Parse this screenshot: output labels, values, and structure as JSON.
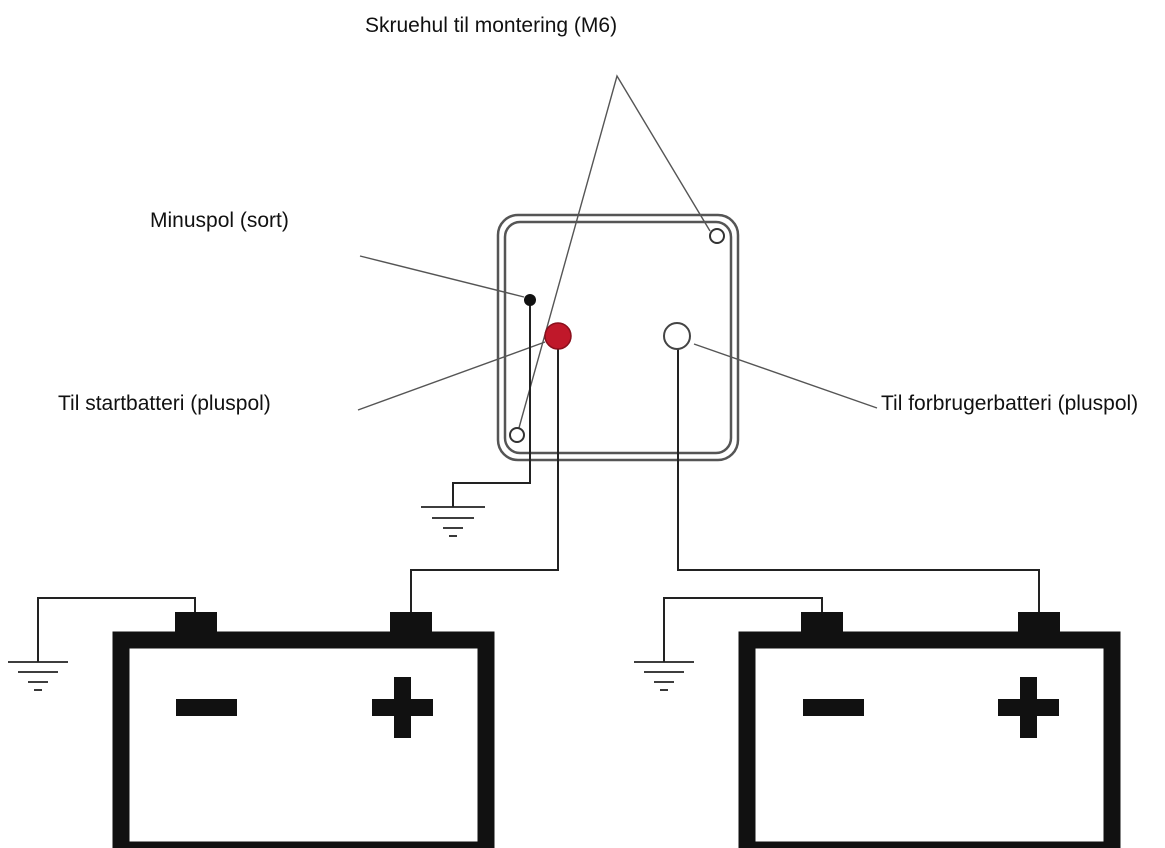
{
  "labels": {
    "mounting_holes": "Skruehul til montering (M6)",
    "negative_terminal": "Minuspol (sort)",
    "to_start_battery": "Til startbatteri (pluspol)",
    "to_service_battery": "Til forbrugerbatteri (pluspol)"
  },
  "battery_signs": {
    "minus": "−",
    "plus": "+"
  },
  "colors": {
    "positive_terminal_start": "#c0182a",
    "positive_terminal_service": "#ffffff",
    "negative_terminal": "#111111",
    "battery_outline": "#111111"
  }
}
